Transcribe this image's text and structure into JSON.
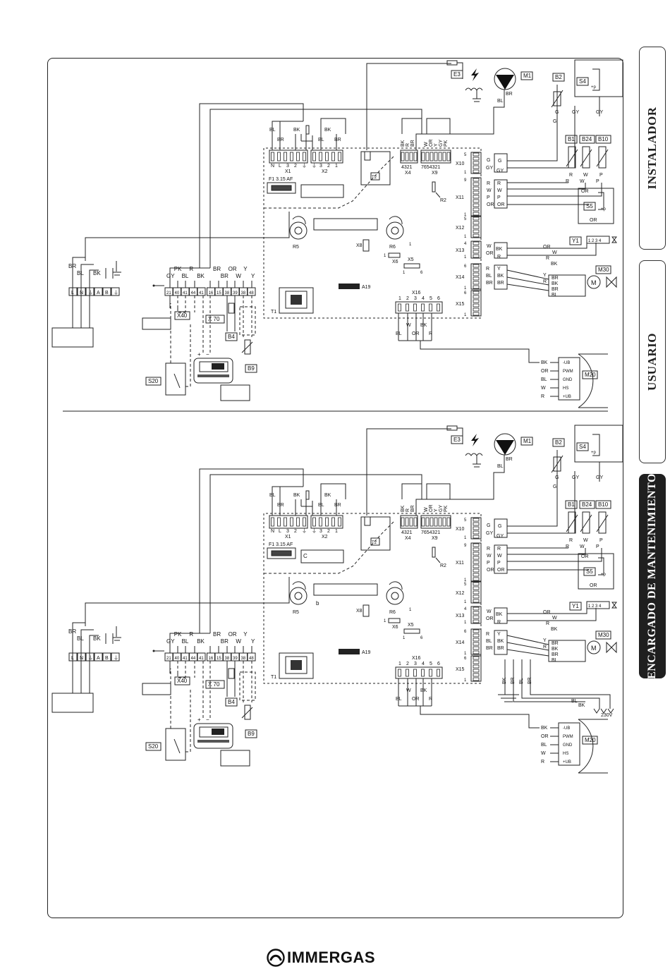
{
  "tabs": [
    {
      "label": "INSTALADOR",
      "active": false
    },
    {
      "label": "USUARIO",
      "active": false
    },
    {
      "label": "ENCARGADO DE MANTENIMIENTO",
      "active": true
    }
  ],
  "brand": {
    "name": "IMMERGAS"
  },
  "diagram": {
    "fuse": "F1 3.15 AF",
    "connectors": [
      "X1",
      "X2",
      "X4",
      "X5",
      "X6",
      "X8",
      "X9",
      "X10",
      "X11",
      "X12",
      "X13",
      "X14",
      "X15",
      "X16",
      "X40",
      "X 70"
    ],
    "x1_pins": [
      "N",
      "L",
      "3",
      "2",
      "⏚"
    ],
    "x2_pins": [
      "⏚",
      "3",
      "2",
      "1"
    ],
    "x4_pins": "4321",
    "x9_pins": "7654321",
    "x16_pins": [
      "1",
      "2",
      "3",
      "4",
      "5",
      "6"
    ],
    "x1_wires": [
      "BL",
      "BR",
      "BK"
    ],
    "x2_wires": [
      "BL",
      "BR"
    ],
    "x4_wires": [
      "BK",
      "R",
      "BR"
    ],
    "x9_wires": [
      "W",
      "OR",
      "Y",
      "GY",
      "PK"
    ],
    "x16_wires": [
      "W",
      "BK",
      "BL",
      "OR",
      "R"
    ],
    "components": {
      "E3": "E3",
      "M1": "M1",
      "B2": "B2",
      "S4": "S4",
      "B1": "B1",
      "B24": "B24",
      "B10": "B10",
      "S5": "S5",
      "Y1": "Y1",
      "M30": "M30",
      "M20": "M20",
      "T1": "T1",
      "T2": "T2",
      "A19": "A19",
      "R2": "R2",
      "R5": "R5",
      "R6": "R6",
      "B4": "B4",
      "B9": "B9",
      "S20": "S20"
    },
    "power_terminals": [
      "L",
      "N",
      "⏚",
      "A",
      "B",
      "⏚"
    ],
    "power_wires": [
      "BR",
      "BL",
      "BK"
    ],
    "terminal_strip": [
      "21",
      "40",
      "41",
      "44",
      "41",
      "16",
      "15",
      "38",
      "39",
      "38",
      "48"
    ],
    "terminal_wires": [
      "GY",
      "PK",
      "BL",
      "R",
      "BK",
      "BR",
      "BR",
      "OR",
      "W",
      "Y",
      "Y"
    ],
    "x10_wires": [
      "G",
      "GY"
    ],
    "x11_wires": [
      "R",
      "W",
      "P",
      "OR"
    ],
    "x13_wires": [
      "W",
      "OR",
      "BK",
      "R"
    ],
    "x14_wires": [
      "R",
      "BL",
      "BR",
      "Y",
      "BK"
    ],
    "fan_pins": [
      "-UB",
      "PWM",
      "GND",
      "HS",
      "+UB"
    ],
    "fan_wires": [
      "BK",
      "OR",
      "BL",
      "W",
      "R"
    ],
    "fan_voltage": "230V",
    "m1_wires": [
      "BR",
      "BL"
    ],
    "sensor_wires": {
      "B2": "G",
      "S4": "GY",
      "B1": "R",
      "B24": "W",
      "B10": "P"
    },
    "relay_wires": [
      "BK",
      "BR",
      "BL",
      "BR"
    ],
    "y1_pins": "1 2 3 4",
    "pressure_symbol": "+p",
    "label_c": "C",
    "label_b": "b"
  }
}
